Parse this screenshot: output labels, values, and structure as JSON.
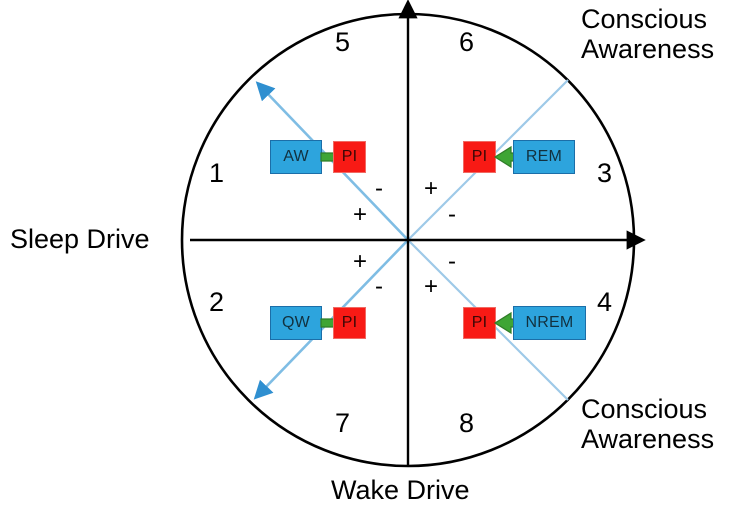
{
  "figure": {
    "type": "conceptual-quadrant-diagram",
    "axes": {
      "horizontal_label": "Sleep Drive",
      "vertical_label": "Wake Drive",
      "horizontal_arrow_direction": "right",
      "vertical_arrow_direction": "up"
    },
    "corner_labels": [
      {
        "id": "top-right",
        "line1": "Conscious",
        "line2": "Awareness"
      },
      {
        "id": "bottom-right",
        "line1": "Conscious",
        "line2": "Awareness"
      }
    ],
    "sector_numbers": [
      {
        "id": "sector-1",
        "label": "1"
      },
      {
        "id": "sector-2",
        "label": "2"
      },
      {
        "id": "sector-3",
        "label": "3"
      },
      {
        "id": "sector-4",
        "label": "4"
      },
      {
        "id": "sector-5",
        "label": "5"
      },
      {
        "id": "sector-6",
        "label": "6"
      },
      {
        "id": "sector-7",
        "label": "7"
      },
      {
        "id": "sector-8",
        "label": "8"
      }
    ],
    "center_signs": [
      {
        "id": "sign-upper-left-outer",
        "label": "-"
      },
      {
        "id": "sign-upper-right-outer",
        "label": "+"
      },
      {
        "id": "sign-upper-left-inner",
        "label": "+"
      },
      {
        "id": "sign-upper-right-inner",
        "label": "-"
      },
      {
        "id": "sign-lower-left-inner",
        "label": "+"
      },
      {
        "id": "sign-lower-right-inner",
        "label": "-"
      },
      {
        "id": "sign-lower-left-outer",
        "label": "-"
      },
      {
        "id": "sign-lower-right-outer",
        "label": "+"
      }
    ],
    "nodes": [
      {
        "id": "node-aw",
        "label": "AW",
        "color_role": "blue"
      },
      {
        "id": "node-pi-q1",
        "label": "PI",
        "color_role": "red"
      },
      {
        "id": "node-pi-q3",
        "label": "PI",
        "color_role": "red"
      },
      {
        "id": "node-rem",
        "label": "REM",
        "color_role": "blue"
      },
      {
        "id": "node-qw",
        "label": "QW",
        "color_role": "blue"
      },
      {
        "id": "node-pi-q2",
        "label": "PI",
        "color_role": "red"
      },
      {
        "id": "node-pi-q4",
        "label": "PI",
        "color_role": "red"
      },
      {
        "id": "node-nrem",
        "label": "NREM",
        "color_role": "blue"
      }
    ],
    "relations": [
      {
        "id": "rel-aw-pi",
        "from": "AW",
        "to": "PI",
        "direction": "right"
      },
      {
        "id": "rel-rem-pi",
        "from": "REM",
        "to": "PI",
        "direction": "left"
      },
      {
        "id": "rel-qw-pi",
        "from": "QW",
        "to": "PI",
        "direction": "right"
      },
      {
        "id": "rel-nrem-pi",
        "from": "NREM",
        "to": "PI",
        "direction": "left"
      }
    ],
    "colors": {
      "blue_fill": "#2da4dd",
      "blue_stroke": "#1b6ea8",
      "red_fill": "#f81a15",
      "red_stroke": "#f06a63",
      "green_arrow": "#3fa535",
      "green_arrow_stroke": "#2f7d28",
      "diagonal_line": "#9ec9e8",
      "diagonal_arrow": "#2f8fd0",
      "axis": "#000000",
      "circle": "#000000"
    }
  }
}
